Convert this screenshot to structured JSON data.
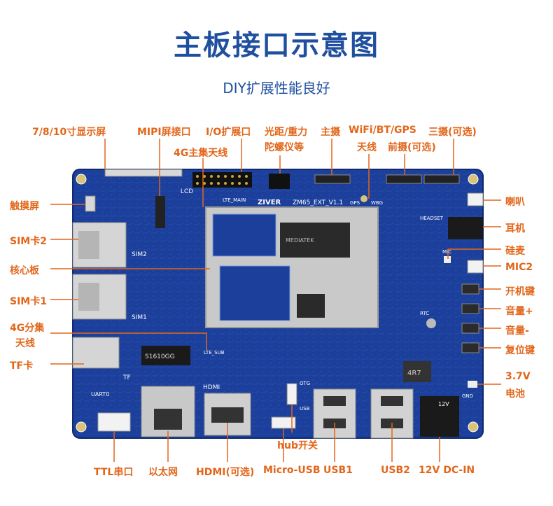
{
  "title": "主板接口示意图",
  "subtitle": "DIY扩展性能良好",
  "board_text": {
    "brand": "ZIVER",
    "model": "ZM65_EXT_V1.1",
    "lcd": "LCD",
    "sim2": "SIM2",
    "sim1": "SIM1",
    "tf": "TF",
    "uart": "UART0",
    "hdmi": "HDMI",
    "otg": "OTG",
    "usb": "USB",
    "chip1": "S1610GG",
    "chip2": "MEDIATEK",
    "cap": "4R7",
    "dc": "12V",
    "lte_main": "LTE_MAIN",
    "lte_sub": "LTE_SUB",
    "mic": "MIC",
    "headset": "HEADSET",
    "rtc": "RTC",
    "gnd": "GND",
    "gps": "GPS",
    "wbg": "WBG"
  },
  "labels": {
    "top_lcd": "7/8/10寸显示屏",
    "top_mipi": "MIPI屏接口",
    "top_io": "I/O扩展口",
    "top_sensor_1": "光距/重力",
    "top_sensor_2": "陀螺仪等",
    "top_main_cam": "主摄",
    "top_wifi_1": "WiFi/BT/GPS",
    "top_wifi_2": "天线",
    "top_front_cam": "前摄(可选)",
    "top_third_cam": "三摄(可选)",
    "top_4g_main": "4G主集天线",
    "left_touch": "触摸屏",
    "left_sim2": "SIM卡2",
    "left_core": "核心板",
    "left_sim1": "SIM卡1",
    "left_4g_div_1": "4G分集",
    "left_4g_div_2": "天线",
    "left_tf": "TF卡",
    "right_speaker": "喇叭",
    "right_earphone": "耳机",
    "right_mic": "硅麦",
    "right_mic2": "MIC2",
    "right_power": "开机键",
    "right_vol_up": "音量+",
    "right_vol_down": "音量-",
    "right_reset": "复位键",
    "right_battery_1": "3.7V",
    "right_battery_2": "电池",
    "bottom_ttl": "TTL串口",
    "bottom_eth": "以太网",
    "bottom_hdmi": "HDMI(可选)",
    "bottom_microusb": "Micro-USB",
    "bottom_usb1": "USB1",
    "bottom_usb2": "USB2",
    "bottom_dc": "12V DC-IN",
    "bottom_hub": "hub开关"
  },
  "colors": {
    "title": "#1f4f9f",
    "label": "#e2661a",
    "board": "#1b3f9a",
    "shield": "#c9c9c9"
  }
}
